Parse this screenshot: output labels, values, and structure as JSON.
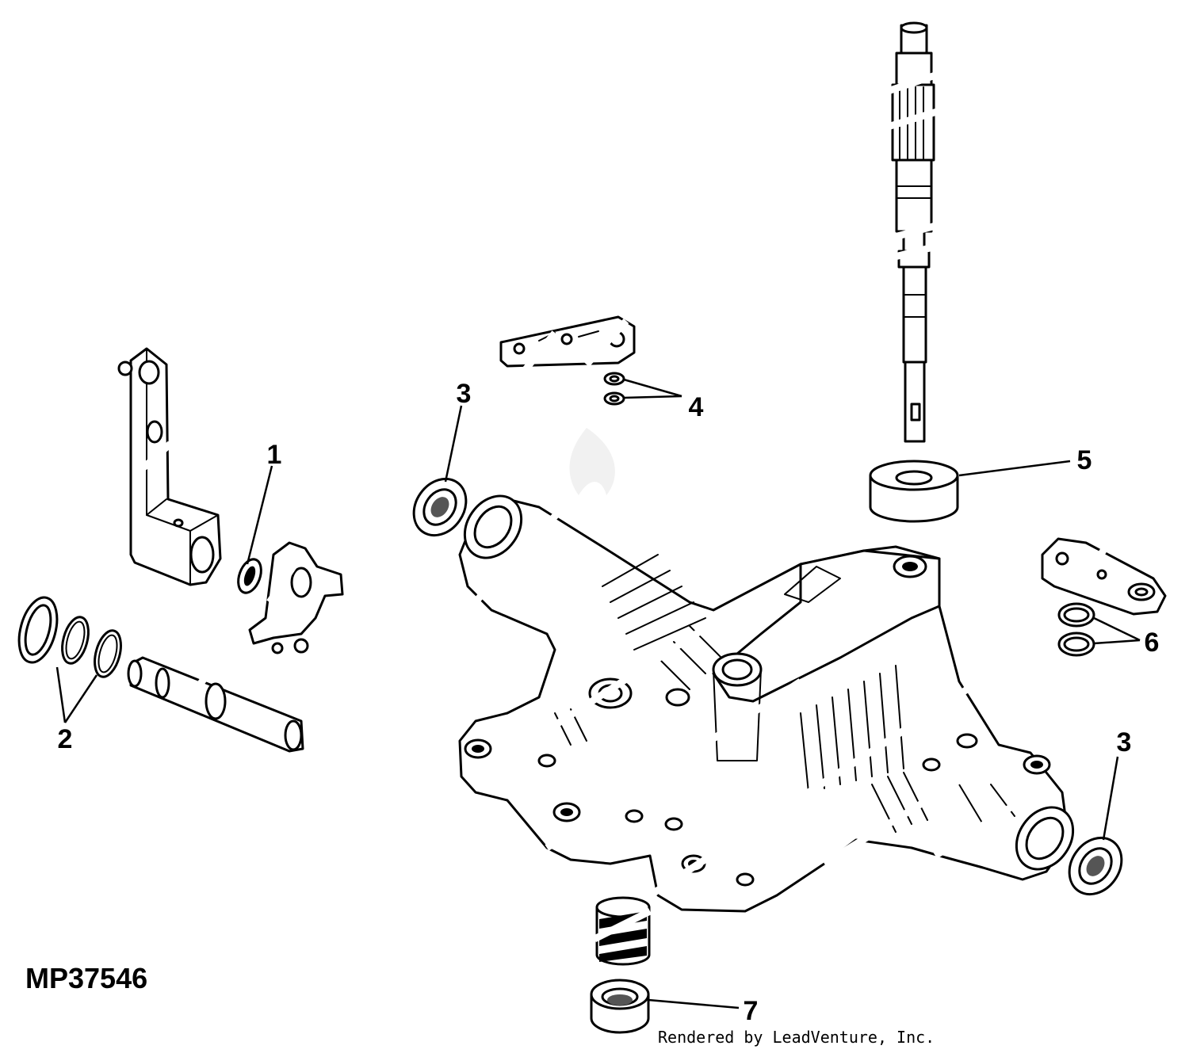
{
  "figure_id": "MP37546",
  "credit": "Rendered by LeadVenture, Inc.",
  "callouts": [
    {
      "label": "1"
    },
    {
      "label": "2"
    },
    {
      "label": "3"
    },
    {
      "label": "4"
    },
    {
      "label": "5"
    },
    {
      "label": "6"
    },
    {
      "label": "3"
    },
    {
      "label": "7"
    }
  ]
}
